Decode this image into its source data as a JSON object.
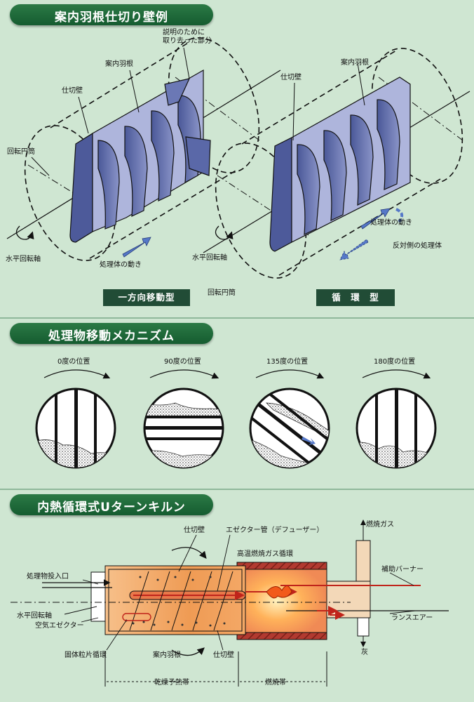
{
  "section1": {
    "title": "案内羽根仕切り壁例",
    "labels": {
      "cutaway": "説明のために\n取り去った部分",
      "guide_vane_left": "案内羽根",
      "partition_left": "仕切壁",
      "rotary_drum_left": "回転円筒",
      "horizontal_axis_left": "水平回転軸",
      "motion_left": "処理体の動き",
      "guide_vane_right": "案内羽根",
      "partition_right": "仕切壁",
      "motion_right": "処理体の動き",
      "opposite_side": "反対側の処理体",
      "horizontal_axis_right": "水平回転軸",
      "rotary_drum_bottom": "回転円筒"
    },
    "type_one_way": "一方向移動型",
    "type_circulation": "循　環　型"
  },
  "section2": {
    "title": "処理物移動メカニズム",
    "positions": [
      "0度の位置",
      "90度の位置",
      "135度の位置",
      "180度の位置"
    ]
  },
  "section3": {
    "title": "内熱循環式Uターンキルン",
    "labels": {
      "combustion_gas": "燃焼ガス",
      "partition_top": "仕切壁",
      "ejector_pipe": "エゼクター管（デフューザー）",
      "hot_gas_circulation": "高温燃焼ガス循環",
      "aux_burner": "補助バーナー",
      "feed_inlet": "処理物投入口",
      "lance_air": "ランスエアー",
      "horizontal_axis": "水平回転軸",
      "air_ejector": "空気エゼクター",
      "ash": "灰",
      "solid_circulation": "固体粒片循環",
      "guide_vane": "案内羽根",
      "partition_bottom": "仕切壁",
      "drying_zone": "乾燥予熱帯",
      "combustion_zone": "燃焼帯"
    }
  },
  "colors": {
    "background": "#cfe6d2",
    "banner": "#1f6b3a",
    "vane_dark": "#5b6aa8",
    "vane_light": "#b6bde0",
    "kiln_orange": "#f2a35c",
    "brick": "#a8332b"
  }
}
